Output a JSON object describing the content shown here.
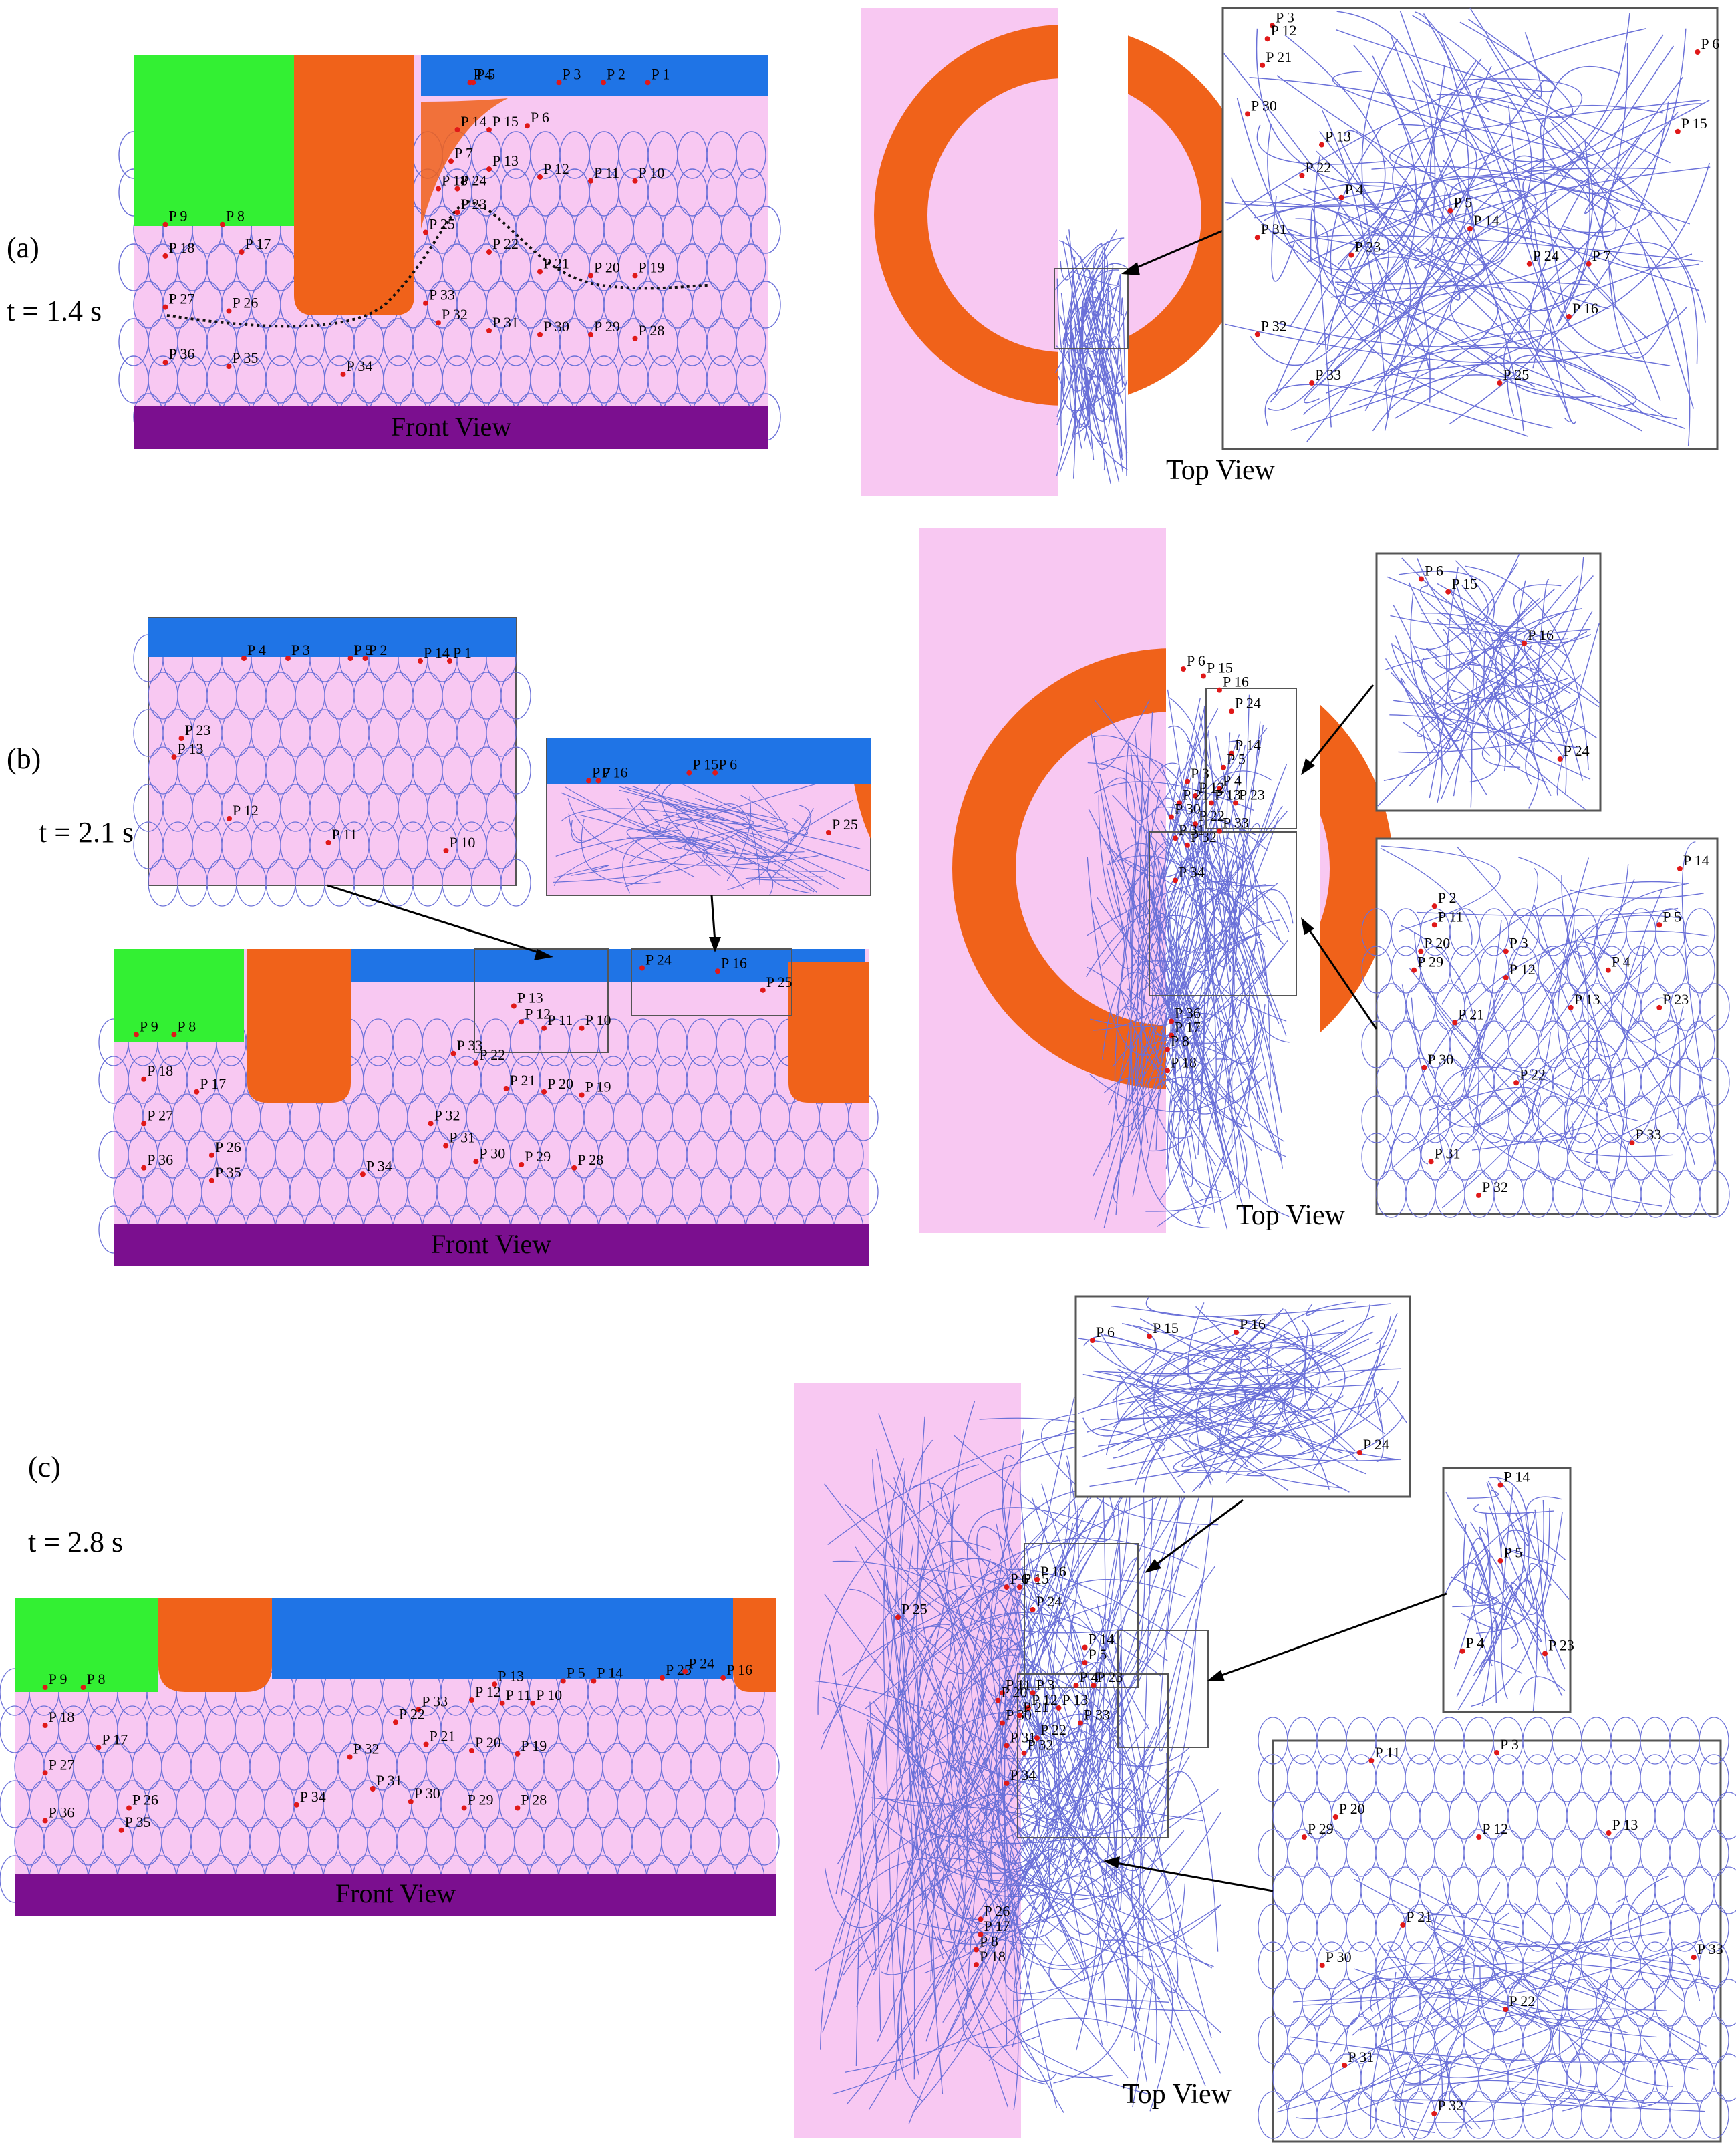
{
  "panels": [
    {
      "label": "(a)",
      "time": "t = 1.4 s",
      "front_caption": "Front View",
      "top_caption": "Top View"
    },
    {
      "label": "(b)",
      "time": "t = 2.1 s",
      "front_caption": "Front View",
      "top_caption": "Top View"
    },
    {
      "label": "(c)",
      "time": "t = 2.8 s",
      "front_caption": "Front View",
      "top_caption": "Top View"
    }
  ],
  "colors": {
    "workpiece": "#f8c8f2",
    "mesh": "#6a70d8",
    "tool_orange": "#f0621a",
    "tool_blue": "#1f74e6",
    "clamp_green": "#33f033",
    "base_purple": "#7b0f8f",
    "marker": "#e01818"
  },
  "points": {
    "a_front": [
      {
        "t": "P 4",
        "x": 0.53,
        "y": 0.07
      },
      {
        "t": "P 5",
        "x": 0.535,
        "y": 0.07
      },
      {
        "t": "P 3",
        "x": 0.67,
        "y": 0.07
      },
      {
        "t": "P 2",
        "x": 0.74,
        "y": 0.07
      },
      {
        "t": "P 1",
        "x": 0.81,
        "y": 0.07
      },
      {
        "t": "P 6",
        "x": 0.62,
        "y": 0.18
      },
      {
        "t": "P 14",
        "x": 0.51,
        "y": 0.19
      },
      {
        "t": "P 15",
        "x": 0.56,
        "y": 0.19
      },
      {
        "t": "P 7",
        "x": 0.5,
        "y": 0.27
      },
      {
        "t": "P 13",
        "x": 0.56,
        "y": 0.29
      },
      {
        "t": "P 12",
        "x": 0.64,
        "y": 0.31
      },
      {
        "t": "P 11",
        "x": 0.72,
        "y": 0.32
      },
      {
        "t": "P 10",
        "x": 0.79,
        "y": 0.32
      },
      {
        "t": "P 18",
        "x": 0.48,
        "y": 0.34
      },
      {
        "t": "P 24",
        "x": 0.51,
        "y": 0.34
      },
      {
        "t": "P 23",
        "x": 0.51,
        "y": 0.4
      },
      {
        "t": "P 9",
        "x": 0.05,
        "y": 0.43
      },
      {
        "t": "P 8",
        "x": 0.14,
        "y": 0.43
      },
      {
        "t": "P 25",
        "x": 0.46,
        "y": 0.45
      },
      {
        "t": "P 22",
        "x": 0.56,
        "y": 0.5
      },
      {
        "t": "P 17",
        "x": 0.17,
        "y": 0.5
      },
      {
        "t": "P 18",
        "x": 0.05,
        "y": 0.51
      },
      {
        "t": "P 21",
        "x": 0.64,
        "y": 0.55
      },
      {
        "t": "P 20",
        "x": 0.72,
        "y": 0.56
      },
      {
        "t": "P 19",
        "x": 0.79,
        "y": 0.56
      },
      {
        "t": "P 27",
        "x": 0.05,
        "y": 0.64
      },
      {
        "t": "P 26",
        "x": 0.15,
        "y": 0.65
      },
      {
        "t": "P 33",
        "x": 0.46,
        "y": 0.63
      },
      {
        "t": "P 32",
        "x": 0.48,
        "y": 0.68
      },
      {
        "t": "P 31",
        "x": 0.56,
        "y": 0.7
      },
      {
        "t": "P 30",
        "x": 0.64,
        "y": 0.71
      },
      {
        "t": "P 29",
        "x": 0.72,
        "y": 0.71
      },
      {
        "t": "P 28",
        "x": 0.79,
        "y": 0.72
      },
      {
        "t": "P 36",
        "x": 0.05,
        "y": 0.78
      },
      {
        "t": "P 35",
        "x": 0.15,
        "y": 0.79
      },
      {
        "t": "P 34",
        "x": 0.33,
        "y": 0.81
      }
    ],
    "a_zoom": [
      {
        "t": "P 3",
        "x": 0.1,
        "y": 0.04
      },
      {
        "t": "P 12",
        "x": 0.09,
        "y": 0.07
      },
      {
        "t": "P 6",
        "x": 0.96,
        "y": 0.1
      },
      {
        "t": "P 21",
        "x": 0.08,
        "y": 0.13
      },
      {
        "t": "P 30",
        "x": 0.05,
        "y": 0.24
      },
      {
        "t": "P 15",
        "x": 0.92,
        "y": 0.28
      },
      {
        "t": "P 13",
        "x": 0.2,
        "y": 0.31
      },
      {
        "t": "P 22",
        "x": 0.16,
        "y": 0.38
      },
      {
        "t": "P 4",
        "x": 0.24,
        "y": 0.43
      },
      {
        "t": "P 5",
        "x": 0.46,
        "y": 0.46
      },
      {
        "t": "P 14",
        "x": 0.5,
        "y": 0.5
      },
      {
        "t": "P 31",
        "x": 0.07,
        "y": 0.52
      },
      {
        "t": "P 23",
        "x": 0.26,
        "y": 0.56
      },
      {
        "t": "P 24",
        "x": 0.62,
        "y": 0.58
      },
      {
        "t": "P 7",
        "x": 0.74,
        "y": 0.58
      },
      {
        "t": "P 16",
        "x": 0.7,
        "y": 0.7
      },
      {
        "t": "P 32",
        "x": 0.07,
        "y": 0.74
      },
      {
        "t": "P 33",
        "x": 0.18,
        "y": 0.85
      },
      {
        "t": "P 25",
        "x": 0.56,
        "y": 0.85
      }
    ],
    "b_front": [
      {
        "t": "P 9",
        "x": 0.03,
        "y": 0.27
      },
      {
        "t": "P 8",
        "x": 0.08,
        "y": 0.27
      },
      {
        "t": "P 18",
        "x": 0.04,
        "y": 0.41
      },
      {
        "t": "P 17",
        "x": 0.11,
        "y": 0.45
      },
      {
        "t": "P 27",
        "x": 0.04,
        "y": 0.55
      },
      {
        "t": "P 26",
        "x": 0.13,
        "y": 0.65
      },
      {
        "t": "P 36",
        "x": 0.04,
        "y": 0.69
      },
      {
        "t": "P 35",
        "x": 0.13,
        "y": 0.73
      },
      {
        "t": "P 13",
        "x": 0.53,
        "y": 0.18
      },
      {
        "t": "P 12",
        "x": 0.54,
        "y": 0.23
      },
      {
        "t": "P 11",
        "x": 0.57,
        "y": 0.25
      },
      {
        "t": "P 10",
        "x": 0.62,
        "y": 0.25
      },
      {
        "t": "P 33",
        "x": 0.45,
        "y": 0.33
      },
      {
        "t": "P 22",
        "x": 0.48,
        "y": 0.36
      },
      {
        "t": "P 21",
        "x": 0.52,
        "y": 0.44
      },
      {
        "t": "P 20",
        "x": 0.57,
        "y": 0.45
      },
      {
        "t": "P 19",
        "x": 0.62,
        "y": 0.46
      },
      {
        "t": "P 32",
        "x": 0.42,
        "y": 0.55
      },
      {
        "t": "P 31",
        "x": 0.44,
        "y": 0.62
      },
      {
        "t": "P 30",
        "x": 0.48,
        "y": 0.67
      },
      {
        "t": "P 29",
        "x": 0.54,
        "y": 0.68
      },
      {
        "t": "P 28",
        "x": 0.61,
        "y": 0.69
      },
      {
        "t": "P 34",
        "x": 0.33,
        "y": 0.71
      },
      {
        "t": "P 24",
        "x": 0.7,
        "y": 0.06
      },
      {
        "t": "P 16",
        "x": 0.8,
        "y": 0.07
      },
      {
        "t": "P 25",
        "x": 0.86,
        "y": 0.13
      }
    ],
    "b_inset1": [
      {
        "t": "P 4",
        "x": 0.26,
        "y": 0.15
      },
      {
        "t": "P 3",
        "x": 0.38,
        "y": 0.15
      },
      {
        "t": "P 5",
        "x": 0.55,
        "y": 0.15
      },
      {
        "t": "P 2",
        "x": 0.59,
        "y": 0.15
      },
      {
        "t": "P 14",
        "x": 0.74,
        "y": 0.16
      },
      {
        "t": "P 1",
        "x": 0.82,
        "y": 0.16
      },
      {
        "t": "P 23",
        "x": 0.09,
        "y": 0.45
      },
      {
        "t": "P 13",
        "x": 0.07,
        "y": 0.52
      },
      {
        "t": "P 12",
        "x": 0.22,
        "y": 0.75
      },
      {
        "t": "P 11",
        "x": 0.49,
        "y": 0.84
      },
      {
        "t": "P 10",
        "x": 0.81,
        "y": 0.87
      }
    ],
    "b_inset2": [
      {
        "t": "P 7",
        "x": 0.13,
        "y": 0.27
      },
      {
        "t": "P 16",
        "x": 0.16,
        "y": 0.27
      },
      {
        "t": "P 15",
        "x": 0.44,
        "y": 0.22
      },
      {
        "t": "P 6",
        "x": 0.52,
        "y": 0.22
      },
      {
        "t": "P 25",
        "x": 0.87,
        "y": 0.6
      }
    ],
    "b_top": [
      {
        "t": "P 6",
        "x": 0.66,
        "y": 0.2
      },
      {
        "t": "P 15",
        "x": 0.71,
        "y": 0.21
      },
      {
        "t": "P 16",
        "x": 0.75,
        "y": 0.23
      },
      {
        "t": "P 24",
        "x": 0.78,
        "y": 0.26
      },
      {
        "t": "P 14",
        "x": 0.78,
        "y": 0.32
      },
      {
        "t": "P 5",
        "x": 0.76,
        "y": 0.34
      },
      {
        "t": "P 3",
        "x": 0.67,
        "y": 0.36
      },
      {
        "t": "P 4",
        "x": 0.75,
        "y": 0.37
      },
      {
        "t": "P 12",
        "x": 0.69,
        "y": 0.38
      },
      {
        "t": "P 21",
        "x": 0.65,
        "y": 0.39
      },
      {
        "t": "P 13",
        "x": 0.73,
        "y": 0.39
      },
      {
        "t": "P 23",
        "x": 0.79,
        "y": 0.39
      },
      {
        "t": "P 30",
        "x": 0.63,
        "y": 0.41
      },
      {
        "t": "P 22",
        "x": 0.69,
        "y": 0.42
      },
      {
        "t": "P 33",
        "x": 0.75,
        "y": 0.43
      },
      {
        "t": "P 31",
        "x": 0.64,
        "y": 0.44
      },
      {
        "t": "P 32",
        "x": 0.67,
        "y": 0.45
      },
      {
        "t": "P 34",
        "x": 0.64,
        "y": 0.5
      },
      {
        "t": "P 36",
        "x": 0.63,
        "y": 0.7
      },
      {
        "t": "P 17",
        "x": 0.63,
        "y": 0.72
      },
      {
        "t": "P 8",
        "x": 0.62,
        "y": 0.74
      },
      {
        "t": "P 18",
        "x": 0.62,
        "y": 0.77
      }
    ],
    "b_zoom1": [
      {
        "t": "P 6",
        "x": 0.2,
        "y": 0.1
      },
      {
        "t": "P 15",
        "x": 0.32,
        "y": 0.15
      },
      {
        "t": "P 16",
        "x": 0.66,
        "y": 0.35
      },
      {
        "t": "P 24",
        "x": 0.82,
        "y": 0.8
      }
    ],
    "b_zoom2": [
      {
        "t": "P 14",
        "x": 0.89,
        "y": 0.08
      },
      {
        "t": "P 2",
        "x": 0.17,
        "y": 0.18
      },
      {
        "t": "P 11",
        "x": 0.17,
        "y": 0.23
      },
      {
        "t": "P 5",
        "x": 0.83,
        "y": 0.23
      },
      {
        "t": "P 20",
        "x": 0.13,
        "y": 0.3
      },
      {
        "t": "P 3",
        "x": 0.38,
        "y": 0.3
      },
      {
        "t": "P 29",
        "x": 0.11,
        "y": 0.35
      },
      {
        "t": "P 12",
        "x": 0.38,
        "y": 0.37
      },
      {
        "t": "P 4",
        "x": 0.68,
        "y": 0.35
      },
      {
        "t": "P 13",
        "x": 0.57,
        "y": 0.45
      },
      {
        "t": "P 23",
        "x": 0.83,
        "y": 0.45
      },
      {
        "t": "P 21",
        "x": 0.23,
        "y": 0.49
      },
      {
        "t": "P 30",
        "x": 0.14,
        "y": 0.61
      },
      {
        "t": "P 22",
        "x": 0.41,
        "y": 0.65
      },
      {
        "t": "P 33",
        "x": 0.75,
        "y": 0.81
      },
      {
        "t": "P 31",
        "x": 0.16,
        "y": 0.86
      },
      {
        "t": "P 32",
        "x": 0.3,
        "y": 0.95
      }
    ],
    "c_front": [
      {
        "t": "P 9",
        "x": 0.04,
        "y": 0.28
      },
      {
        "t": "P 8",
        "x": 0.09,
        "y": 0.28
      },
      {
        "t": "P 18",
        "x": 0.04,
        "y": 0.4
      },
      {
        "t": "P 17",
        "x": 0.11,
        "y": 0.47
      },
      {
        "t": "P 27",
        "x": 0.04,
        "y": 0.55
      },
      {
        "t": "P 26",
        "x": 0.15,
        "y": 0.66
      },
      {
        "t": "P 36",
        "x": 0.04,
        "y": 0.7
      },
      {
        "t": "P 35",
        "x": 0.14,
        "y": 0.73
      },
      {
        "t": "P 13",
        "x": 0.63,
        "y": 0.27
      },
      {
        "t": "P 12",
        "x": 0.6,
        "y": 0.32
      },
      {
        "t": "P 11",
        "x": 0.64,
        "y": 0.33
      },
      {
        "t": "P 10",
        "x": 0.68,
        "y": 0.33
      },
      {
        "t": "P 5",
        "x": 0.72,
        "y": 0.26
      },
      {
        "t": "P 14",
        "x": 0.76,
        "y": 0.26
      },
      {
        "t": "P 25",
        "x": 0.85,
        "y": 0.25
      },
      {
        "t": "P 24",
        "x": 0.88,
        "y": 0.23
      },
      {
        "t": "P 16",
        "x": 0.93,
        "y": 0.25
      },
      {
        "t": "P 33",
        "x": 0.53,
        "y": 0.35
      },
      {
        "t": "P 22",
        "x": 0.5,
        "y": 0.39
      },
      {
        "t": "P 21",
        "x": 0.54,
        "y": 0.46
      },
      {
        "t": "P 20",
        "x": 0.6,
        "y": 0.48
      },
      {
        "t": "P 19",
        "x": 0.66,
        "y": 0.49
      },
      {
        "t": "P 32",
        "x": 0.44,
        "y": 0.5
      },
      {
        "t": "P 31",
        "x": 0.47,
        "y": 0.6
      },
      {
        "t": "P 30",
        "x": 0.52,
        "y": 0.64
      },
      {
        "t": "P 29",
        "x": 0.59,
        "y": 0.66
      },
      {
        "t": "P 28",
        "x": 0.66,
        "y": 0.66
      },
      {
        "t": "P 34",
        "x": 0.37,
        "y": 0.65
      }
    ],
    "c_top": [
      {
        "t": "P 6",
        "x": 0.49,
        "y": 0.27
      },
      {
        "t": "P 15",
        "x": 0.52,
        "y": 0.27
      },
      {
        "t": "P 16",
        "x": 0.56,
        "y": 0.26
      },
      {
        "t": "P 24",
        "x": 0.55,
        "y": 0.3
      },
      {
        "t": "P 25",
        "x": 0.24,
        "y": 0.31
      },
      {
        "t": "P 14",
        "x": 0.67,
        "y": 0.35
      },
      {
        "t": "P 5",
        "x": 0.67,
        "y": 0.37
      },
      {
        "t": "P 4",
        "x": 0.65,
        "y": 0.4
      },
      {
        "t": "P 23",
        "x": 0.69,
        "y": 0.4
      },
      {
        "t": "P 3",
        "x": 0.55,
        "y": 0.41
      },
      {
        "t": "P 11",
        "x": 0.48,
        "y": 0.41
      },
      {
        "t": "P 20",
        "x": 0.47,
        "y": 0.42
      },
      {
        "t": "P 12",
        "x": 0.54,
        "y": 0.43
      },
      {
        "t": "P 13",
        "x": 0.61,
        "y": 0.43
      },
      {
        "t": "P 30",
        "x": 0.48,
        "y": 0.45
      },
      {
        "t": "P 21",
        "x": 0.52,
        "y": 0.44
      },
      {
        "t": "P 22",
        "x": 0.56,
        "y": 0.47
      },
      {
        "t": "P 33",
        "x": 0.66,
        "y": 0.45
      },
      {
        "t": "P 31",
        "x": 0.49,
        "y": 0.48
      },
      {
        "t": "P 32",
        "x": 0.53,
        "y": 0.49
      },
      {
        "t": "P 34",
        "x": 0.49,
        "y": 0.53
      },
      {
        "t": "P 26",
        "x": 0.43,
        "y": 0.71
      },
      {
        "t": "P 17",
        "x": 0.43,
        "y": 0.73
      },
      {
        "t": "P 8",
        "x": 0.42,
        "y": 0.75
      },
      {
        "t": "P 18",
        "x": 0.42,
        "y": 0.77
      }
    ],
    "c_zoom1": [
      {
        "t": "P 6",
        "x": 0.05,
        "y": 0.22
      },
      {
        "t": "P 15",
        "x": 0.22,
        "y": 0.2
      },
      {
        "t": "P 16",
        "x": 0.48,
        "y": 0.18
      },
      {
        "t": "P 24",
        "x": 0.85,
        "y": 0.78
      }
    ],
    "c_zoom2": [
      {
        "t": "P 14",
        "x": 0.45,
        "y": 0.07
      },
      {
        "t": "P 5",
        "x": 0.45,
        "y": 0.38
      },
      {
        "t": "P 4",
        "x": 0.15,
        "y": 0.75
      },
      {
        "t": "P 23",
        "x": 0.8,
        "y": 0.76
      }
    ],
    "c_zoom3": [
      {
        "t": "P 11",
        "x": 0.22,
        "y": 0.05
      },
      {
        "t": "P 3",
        "x": 0.5,
        "y": 0.03
      },
      {
        "t": "P 20",
        "x": 0.14,
        "y": 0.19
      },
      {
        "t": "P 29",
        "x": 0.07,
        "y": 0.24
      },
      {
        "t": "P 12",
        "x": 0.46,
        "y": 0.24
      },
      {
        "t": "P 13",
        "x": 0.75,
        "y": 0.23
      },
      {
        "t": "P 21",
        "x": 0.29,
        "y": 0.46
      },
      {
        "t": "P 30",
        "x": 0.11,
        "y": 0.56
      },
      {
        "t": "P 33",
        "x": 0.94,
        "y": 0.54
      },
      {
        "t": "P 22",
        "x": 0.52,
        "y": 0.67
      },
      {
        "t": "P 31",
        "x": 0.16,
        "y": 0.81
      },
      {
        "t": "P 32",
        "x": 0.36,
        "y": 0.93
      }
    ]
  }
}
